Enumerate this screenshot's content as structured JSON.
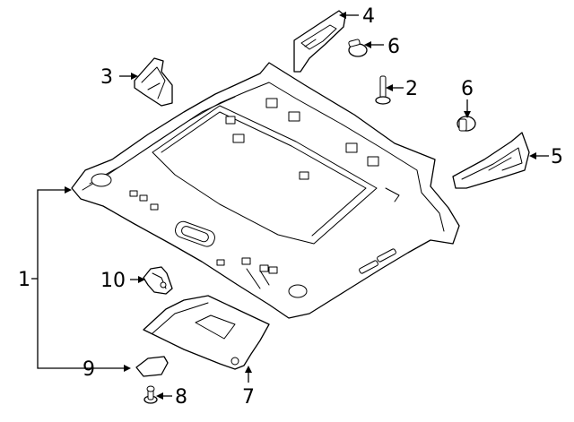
{
  "callouts": [
    {
      "id": "1",
      "label": "1"
    },
    {
      "id": "2",
      "label": "2"
    },
    {
      "id": "3",
      "label": "3"
    },
    {
      "id": "4",
      "label": "4"
    },
    {
      "id": "5",
      "label": "5"
    },
    {
      "id": "6a",
      "label": "6"
    },
    {
      "id": "6b",
      "label": "6"
    },
    {
      "id": "7",
      "label": "7"
    },
    {
      "id": "8",
      "label": "8"
    },
    {
      "id": "9",
      "label": "9"
    },
    {
      "id": "10",
      "label": "10"
    }
  ],
  "colors": {
    "line": "#000000",
    "fill": "#ffffff"
  }
}
